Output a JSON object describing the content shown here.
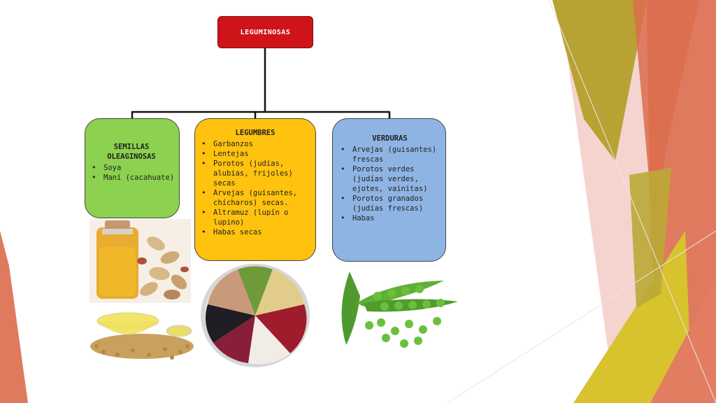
{
  "diagram": {
    "root": {
      "label": "LEGUMINOSAS"
    },
    "categories": [
      {
        "title": "SEMILLAS OLEAGINOSAS",
        "items": [
          "Soya",
          "Maní (cacahuate)"
        ]
      },
      {
        "title": "LEGUMBRES",
        "items": [
          "Garbanzos",
          "Lentejas",
          "Porotos (judías, alubias, frijoles) secas",
          "Arvejas (guisantes, chícharos)  secas.",
          "Altramuz (lupín o lupino)",
          "Habas secas"
        ]
      },
      {
        "title": "VERDURAS",
        "items": [
          "Arvejas (guisantes) frescas",
          "Porotos verdes (judías verdes, ejotes, vainitas)",
          "Porotos granados (judías frescas)",
          "Habas"
        ]
      }
    ]
  },
  "colors": {
    "root": "#cf1419",
    "semillas": "#8cd14f",
    "legumbres": "#ffc20e",
    "verduras": "#8eb4e3",
    "deco_olive": "#b5a131",
    "deco_salmon": "#e07a5f",
    "deco_yellow": "#d9c32c",
    "deco_pink": "#f2c4c0"
  }
}
